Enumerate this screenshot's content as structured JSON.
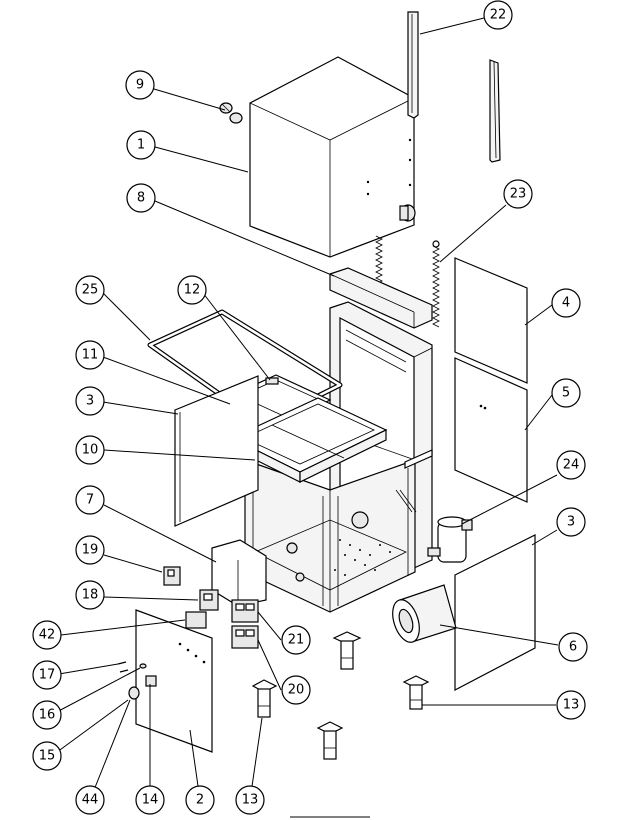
{
  "callouts": [
    {
      "id": "c22",
      "label": "22"
    },
    {
      "id": "c9",
      "label": "9"
    },
    {
      "id": "c1",
      "label": "1"
    },
    {
      "id": "c8",
      "label": "8"
    },
    {
      "id": "c23",
      "label": "23"
    },
    {
      "id": "c25",
      "label": "25"
    },
    {
      "id": "c12",
      "label": "12"
    },
    {
      "id": "c4",
      "label": "4"
    },
    {
      "id": "c11",
      "label": "11"
    },
    {
      "id": "c5",
      "label": "5"
    },
    {
      "id": "c3a",
      "label": "3"
    },
    {
      "id": "c10",
      "label": "10"
    },
    {
      "id": "c24",
      "label": "24"
    },
    {
      "id": "c7",
      "label": "7"
    },
    {
      "id": "c3b",
      "label": "3"
    },
    {
      "id": "c19",
      "label": "19"
    },
    {
      "id": "c18",
      "label": "18"
    },
    {
      "id": "c42",
      "label": "42"
    },
    {
      "id": "c21",
      "label": "21"
    },
    {
      "id": "c6",
      "label": "6"
    },
    {
      "id": "c17",
      "label": "17"
    },
    {
      "id": "c20",
      "label": "20"
    },
    {
      "id": "c16",
      "label": "16"
    },
    {
      "id": "c13a",
      "label": "13"
    },
    {
      "id": "c15",
      "label": "15"
    },
    {
      "id": "c44",
      "label": "44"
    },
    {
      "id": "c14",
      "label": "14"
    },
    {
      "id": "c2",
      "label": "2"
    },
    {
      "id": "c13b",
      "label": "13"
    }
  ]
}
